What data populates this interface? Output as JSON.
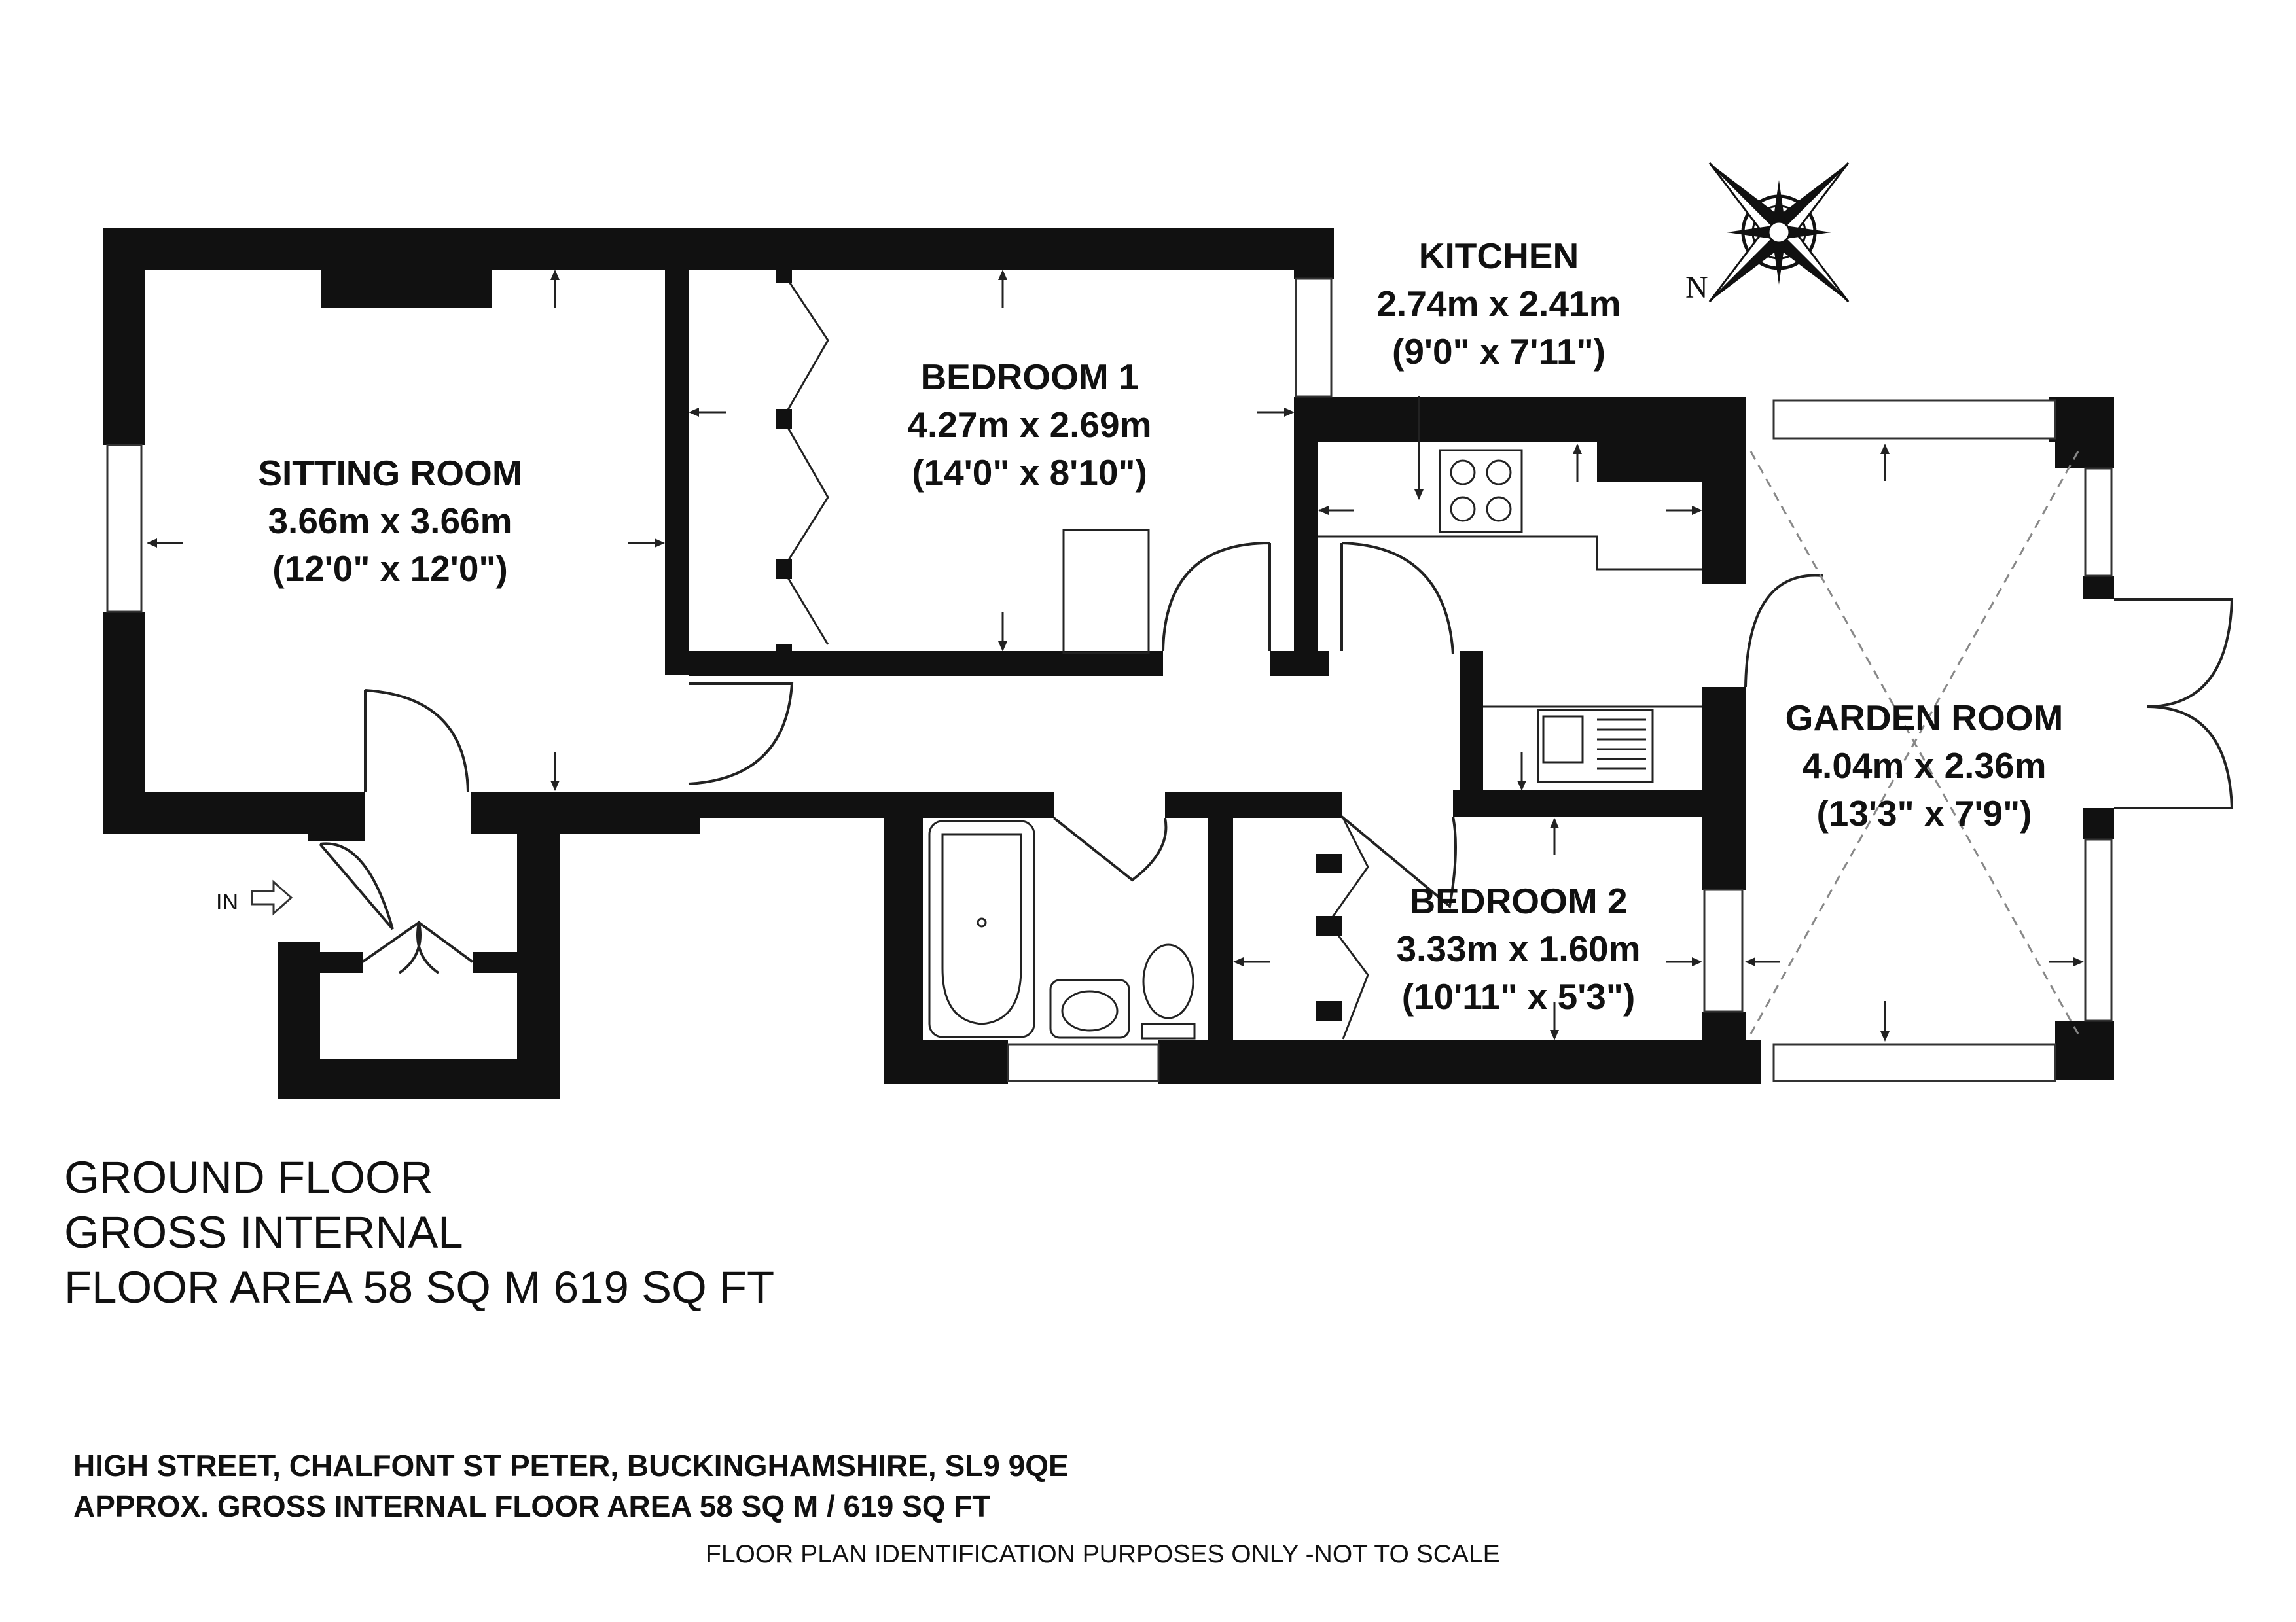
{
  "rooms": {
    "sitting_room": {
      "name": "SITTING ROOM",
      "metric": "3.66m x 3.66m",
      "imperial": "(12'0\" x 12'0\")"
    },
    "bedroom_1": {
      "name": "BEDROOM 1",
      "metric": "4.27m x 2.69m",
      "imperial": "(14'0\" x 8'10\")"
    },
    "kitchen": {
      "name": "KITCHEN",
      "metric": "2.74m x 2.41m",
      "imperial": "(9'0\" x 7'11\")"
    },
    "garden_room": {
      "name": "GARDEN ROOM",
      "metric": "4.04m x 2.36m",
      "imperial": "(13'3\" x 7'9\")"
    },
    "bedroom_2": {
      "name": "BEDROOM 2",
      "metric": "3.33m x 1.60m",
      "imperial": "(10'11\" x 5'3\")"
    }
  },
  "entrance_label": "IN",
  "compass_label": "N",
  "floor_info": {
    "line1": "GROUND FLOOR",
    "line2": "GROSS INTERNAL",
    "line3": "FLOOR AREA 58 SQ M 619 SQ FT"
  },
  "address": "HIGH STREET, CHALFONT ST PETER, BUCKINGHAMSHIRE, SL9 9QE",
  "area_summary": "APPROX. GROSS INTERNAL FLOOR AREA 58 SQ M / 619 SQ FT",
  "disclaimer": "FLOOR PLAN IDENTIFICATION PURPOSES ONLY -NOT TO SCALE"
}
